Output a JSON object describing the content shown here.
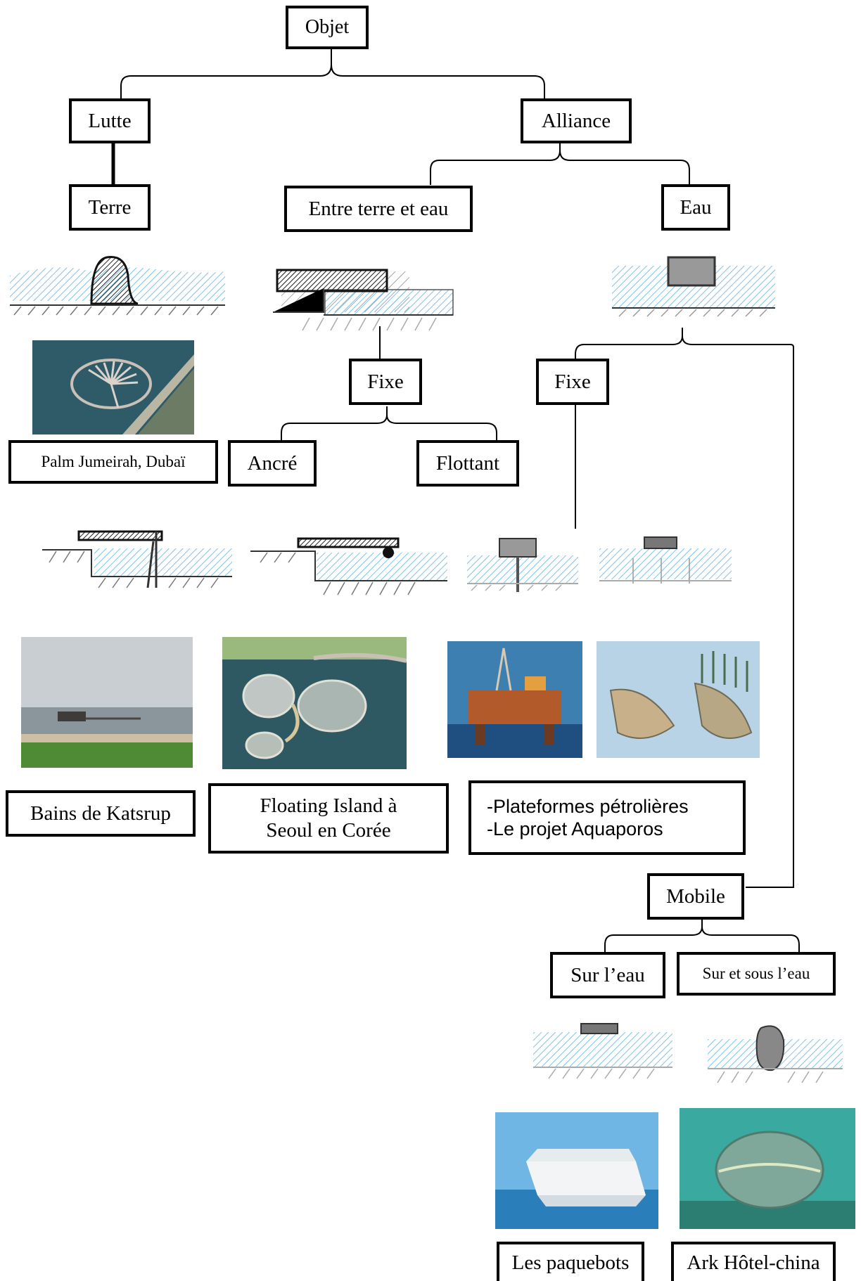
{
  "nodes": {
    "objet": "Objet",
    "lutte": "Lutte",
    "alliance": "Alliance",
    "terre": "Terre",
    "entre_terre_eau": "Entre terre et eau",
    "eau": "Eau",
    "fixe_entre": "Fixe",
    "fixe_eau": "Fixe",
    "ancre": "Ancré",
    "flottant": "Flottant",
    "mobile": "Mobile",
    "sur_leau": "Sur l’eau",
    "sur_sous_leau": "Sur et sous l’eau"
  },
  "captions": {
    "palm": "Palm Jumeirah, Dubaï",
    "katsrup": "Bains de Katsrup",
    "floating_1": "Floating Island à",
    "floating_2": "Seoul en Corée",
    "petrol_1": "-Plateformes pétrolières",
    "petrol_2": "-Le projet Aquaporos",
    "paquebots": "Les paquebots",
    "ark": "Ark Hôtel-china"
  },
  "colors": {
    "water_hatch": "#7cc4ea",
    "ground_hatch": "#8a8a8a",
    "box_border": "#000000"
  }
}
